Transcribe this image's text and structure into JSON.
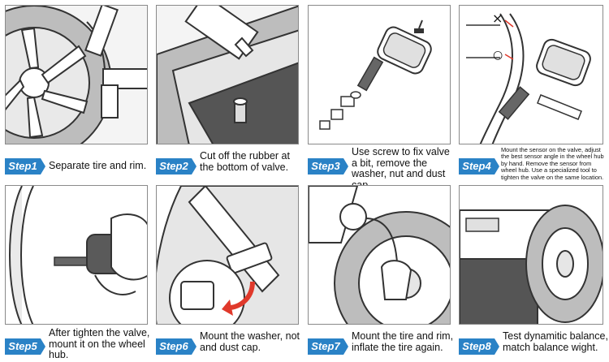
{
  "steps": [
    {
      "badge": "Step1",
      "text": "Separate tire and rim."
    },
    {
      "badge": "Step2",
      "text": "Cut off the rubber at the bottom of valve."
    },
    {
      "badge": "Step3",
      "text": "Use screw to fix valve a bit, remove the washer, nut and dust cap."
    },
    {
      "badge": "Step4",
      "text": "Mount the sensor on the valve, adjust the best sensor angle in the wheel hub by hand. Remove the sensor from wheel hub. Use a specialized tool to tighten the valve on the same location."
    },
    {
      "badge": "Step5",
      "text": "After tighten the valve, mount it on the wheel hub."
    },
    {
      "badge": "Step6",
      "text": "Mount the washer, not and dust cap."
    },
    {
      "badge": "Step7",
      "text": "Mount the tire and rim, inflate the tire again."
    },
    {
      "badge": "Step8",
      "text": "Test dynamitic balance, match balance wight."
    }
  ],
  "step4_marks": {
    "wrong": "×",
    "right": "○"
  },
  "colors": {
    "badge": "#2a82c6",
    "arrow": "#e0392b",
    "sensor": "#666666"
  }
}
